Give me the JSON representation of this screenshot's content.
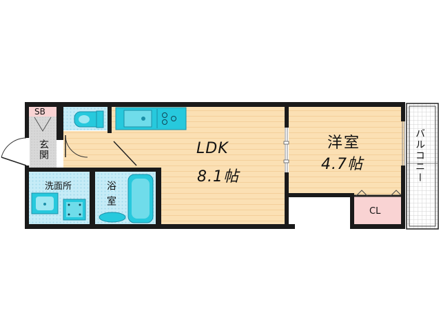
{
  "rooms": {
    "ldk": {
      "name": "LDK",
      "size": "8.1帖"
    },
    "western": {
      "name": "洋室",
      "size": "4.7帖"
    },
    "shoe_box": "SB",
    "entrance": "玄関",
    "washroom": "洗面所",
    "bathroom": "浴室",
    "closet": "CL",
    "balcony": "バルコニー"
  },
  "colors": {
    "floor": "#fbe0b4",
    "wet_area": "#bfe8f5",
    "fixture": "#27c9dd",
    "entrance": "#d8d8d8",
    "closet": "#f9d3d3",
    "wall": "#1a1a1a",
    "balcony_grid": "#d2d2d2"
  }
}
